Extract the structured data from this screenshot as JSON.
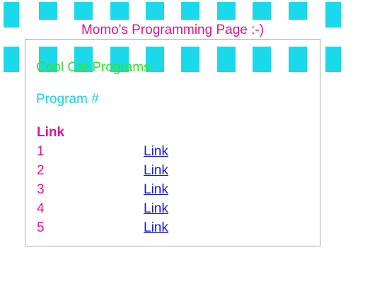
{
  "page": {
    "title": "Momo's Programming Page :-)"
  },
  "section": {
    "heading": "Cool Cat Programs",
    "column_heading": "Program #"
  },
  "table": {
    "link_header": "Link",
    "rows": [
      {
        "number": "1",
        "link": "Link"
      },
      {
        "number": "2",
        "link": "Link"
      },
      {
        "number": "3",
        "link": "Link"
      },
      {
        "number": "4",
        "link": "Link"
      },
      {
        "number": "5",
        "link": "Link"
      }
    ]
  },
  "colors": {
    "title_text": "#e0138c",
    "section_heading": "#33e526",
    "column_heading": "#1ad0e4",
    "link": "#1a1ad9",
    "background_square": "#1ad9ea"
  }
}
